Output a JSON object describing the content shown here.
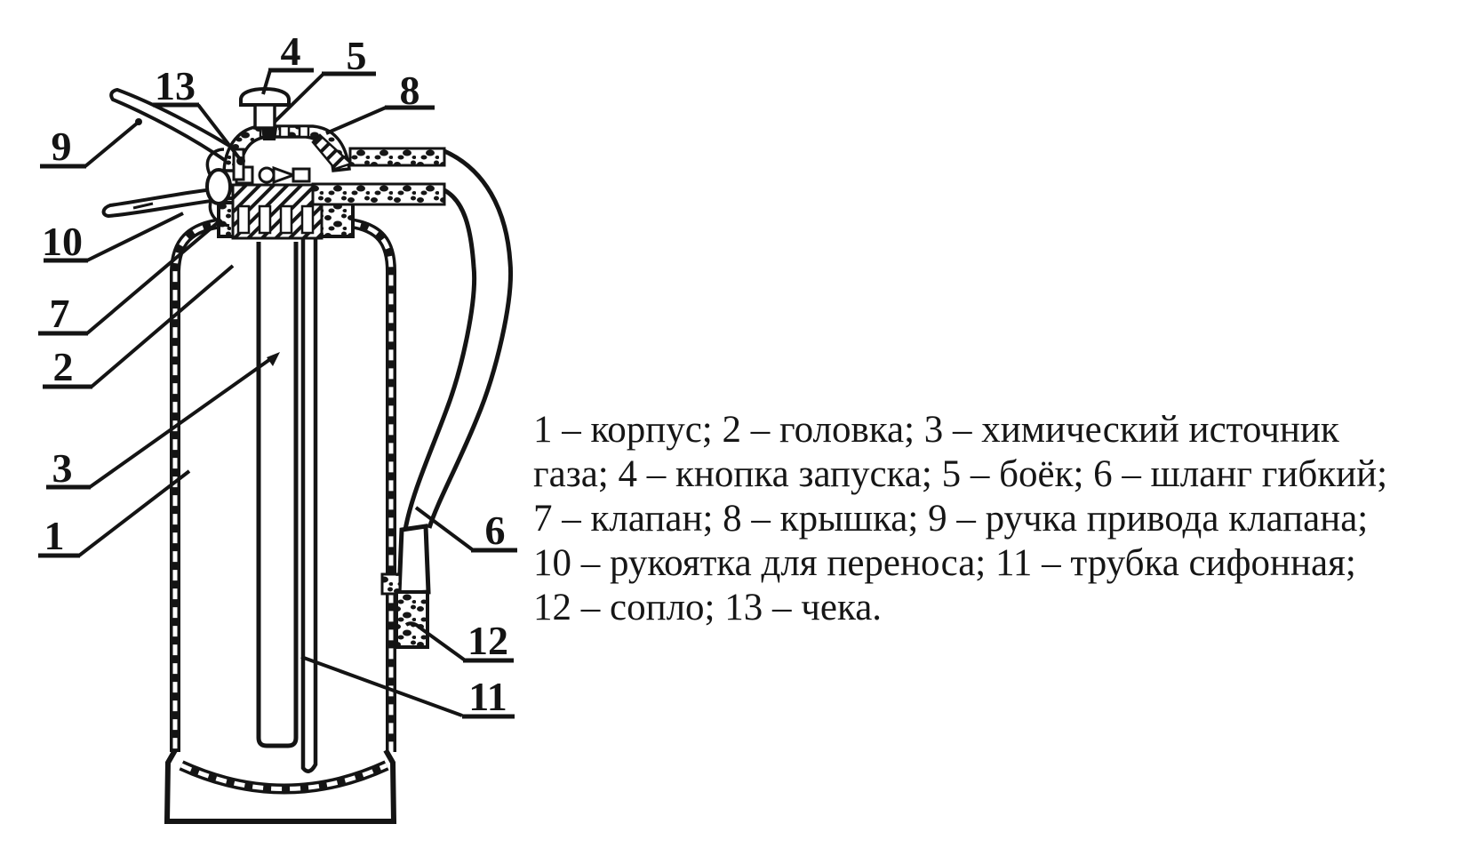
{
  "colors": {
    "ink": "#141414",
    "paper": "#ffffff"
  },
  "callouts": [
    {
      "num": "1",
      "part": "корпус"
    },
    {
      "num": "2",
      "part": "головка"
    },
    {
      "num": "3",
      "part": "химический источник газа"
    },
    {
      "num": "4",
      "part": "кнопка запуска"
    },
    {
      "num": "5",
      "part": "боёк"
    },
    {
      "num": "6",
      "part": "шланг гибкий"
    },
    {
      "num": "7",
      "part": "клапан"
    },
    {
      "num": "8",
      "part": "крышка"
    },
    {
      "num": "9",
      "part": "ручка привода клапана"
    },
    {
      "num": "10",
      "part": "рукоятка для переноса"
    },
    {
      "num": "11",
      "part": "трубка сифонная"
    },
    {
      "num": "12",
      "part": "сопло"
    },
    {
      "num": "13",
      "part": "чека"
    }
  ],
  "legend": {
    "lines": [
      "1 – корпус; 2 – головка; 3 – химический источник",
      "газа; 4 – кнопка запуска; 5 – боёк; 6 – шланг гибкий;",
      "7 – клапан; 8 – крышка; 9 – ручка привода клапана;",
      "10 – рукоятка для переноса; 11 – трубка сифонная;",
      "12 – сопло; 13 – чека."
    ]
  }
}
